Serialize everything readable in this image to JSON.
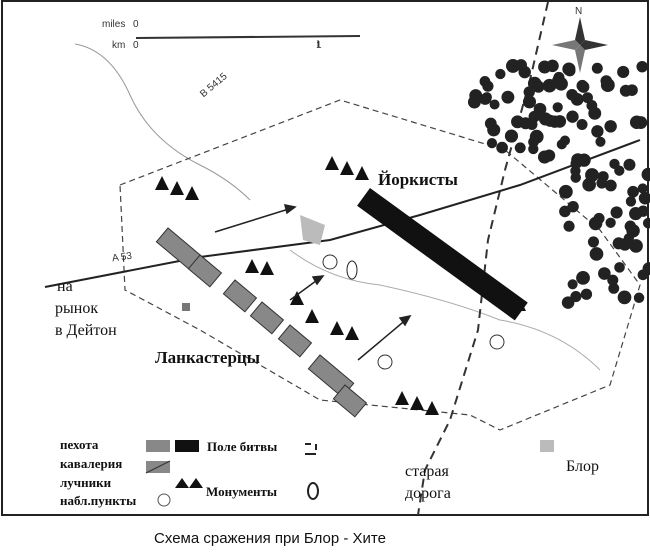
{
  "scale": {
    "miles_label": "miles",
    "km_label": "km",
    "zero": "0",
    "one": "1"
  },
  "roads": {
    "b_road": "B 5415",
    "a_road": "A 53"
  },
  "labels": {
    "yorkists": "Йоркисты",
    "lancastrians": "Ланкастерцы",
    "to_market": [
      "на",
      "рынок",
      "в Дейтон"
    ],
    "old_road": [
      "старая",
      "дорога"
    ],
    "blore": "Блор",
    "north": "N"
  },
  "legend": {
    "infantry": "пехота",
    "cavalry": "кавалерия",
    "archers": "лучники",
    "viewpoints": "набл.пункты",
    "battlefield": "Поле битвы",
    "monuments": "Монументы"
  },
  "colors": {
    "yorkist": "#111111",
    "lancastrian": "#888888",
    "forest": "#222222"
  },
  "caption": "Схема сражения при Блор - Хите"
}
